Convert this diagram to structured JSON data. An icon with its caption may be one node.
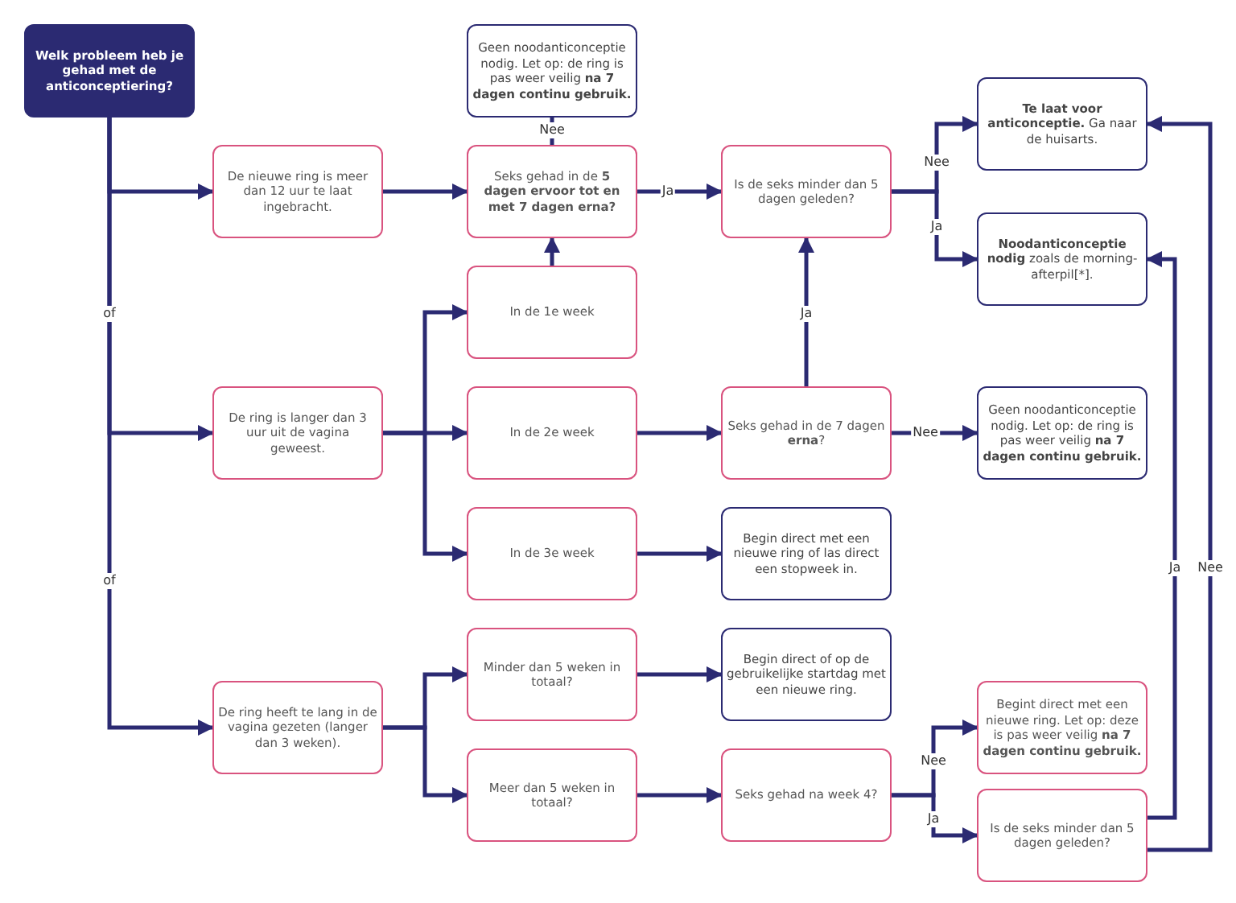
{
  "diagram": {
    "nodes": [
      {
        "text": [
          "Welk probleem heb je gehad met de anticonceptiering?"
        ]
      },
      {
        "text": [
          "De nieuwe ring is meer dan 12 uur te laat ingebracht."
        ]
      },
      {
        "text": [
          "Geen noodanticonceptie nodig. Let op: de ring is pas weer veilig **na 7 dagen continu gebruik.**"
        ]
      },
      {
        "text": [
          "Seks gehad in de **5 dagen ervoor tot en met 7 dagen erna?**"
        ]
      },
      {
        "text": [
          "Is de seks minder dan 5 dagen geleden?"
        ]
      },
      {
        "text": [
          "**Te laat voor anticonceptie.** Ga naar de huisarts."
        ]
      },
      {
        "text": [
          "**Noodanticonceptie nodig** zoals de morning-afterpil[*]."
        ]
      },
      {
        "text": [
          "In de 1e week"
        ]
      },
      {
        "text": [
          "De ring is langer dan 3 uur uit de vagina geweest."
        ]
      },
      {
        "text": [
          "In de 2e week"
        ]
      },
      {
        "text": [
          "Seks gehad in de 7 dagen **erna**?"
        ]
      },
      {
        "text": [
          "Geen noodanticonceptie nodig. Let op: de ring is pas weer veilig **na 7 dagen continu gebruik.**"
        ]
      },
      {
        "text": [
          "In de 3e week"
        ]
      },
      {
        "text": [
          "Begin direct met een nieuwe ring of las direct een stopweek in."
        ]
      },
      {
        "text": [
          "De ring heeft te lang in de vagina gezeten (langer dan 3 weken)."
        ]
      },
      {
        "text": [
          "Minder dan 5 weken in totaal?"
        ]
      },
      {
        "text": [
          "Begin direct of op de gebruikelijke startdag met een nieuwe ring."
        ]
      },
      {
        "text": [
          "Meer dan 5 weken in totaal?"
        ]
      },
      {
        "text": [
          "Seks gehad na week 4?"
        ]
      },
      {
        "text": [
          "Begint direct met een nieuwe ring. Let op: deze is pas weer veilig **na 7 dagen continu gebruik.**"
        ]
      },
      {
        "text": [
          "Is de seks minder dan 5 dagen geleden?"
        ]
      }
    ],
    "edges": [
      {
        "from": 0,
        "to": 1,
        "arrow": "to"
      },
      {
        "from": 0,
        "to": 8,
        "arrow": "to",
        "label": "of"
      },
      {
        "from": 0,
        "to": 14,
        "arrow": "to",
        "label": "of"
      },
      {
        "from": 1,
        "to": 3,
        "arrow": "to"
      },
      {
        "from": 3,
        "to": 2,
        "arrow": "none",
        "label": "Nee"
      },
      {
        "from": 3,
        "to": 4,
        "arrow": "to",
        "label": "Ja"
      },
      {
        "from": 4,
        "to": 5,
        "arrow": "to",
        "label": "Nee"
      },
      {
        "from": 4,
        "to": 6,
        "arrow": "to",
        "label": "Ja"
      },
      {
        "from": 7,
        "to": 3,
        "arrow": "to"
      },
      {
        "from": 8,
        "to": 7,
        "arrow": "to"
      },
      {
        "from": 8,
        "to": 9,
        "arrow": "to"
      },
      {
        "from": 8,
        "to": 12,
        "arrow": "to"
      },
      {
        "from": 9,
        "to": 10,
        "arrow": "to"
      },
      {
        "from": 10,
        "to": 4,
        "arrow": "to",
        "label": "Ja"
      },
      {
        "from": 10,
        "to": 11,
        "arrow": "to",
        "label": "Nee"
      },
      {
        "from": 12,
        "to": 13,
        "arrow": "to"
      },
      {
        "from": 14,
        "to": 15,
        "arrow": "to"
      },
      {
        "from": 14,
        "to": 17,
        "arrow": "to"
      },
      {
        "from": 15,
        "to": 16,
        "arrow": "to"
      },
      {
        "from": 17,
        "to": 18,
        "arrow": "to"
      },
      {
        "from": 18,
        "to": 19,
        "arrow": "to",
        "label": "Nee"
      },
      {
        "from": 18,
        "to": 20,
        "arrow": "to",
        "label": "Ja"
      },
      {
        "from": 20,
        "to": 6,
        "arrow": "to",
        "label": "Ja"
      },
      {
        "from": 20,
        "to": 5,
        "arrow": "to",
        "label": "Nee"
      }
    ]
  }
}
